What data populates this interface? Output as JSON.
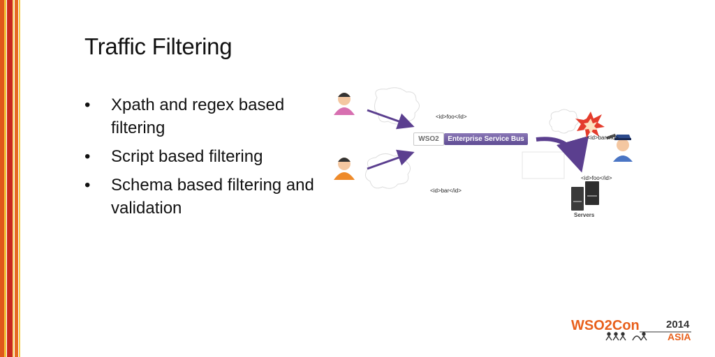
{
  "slide": {
    "title": "Traffic Filtering",
    "bullets": [
      {
        "marker": "•",
        "text": "Xpath and regex based filtering"
      },
      {
        "marker": "•",
        "text": "Script based filtering"
      },
      {
        "marker": "•",
        "text": "Schema based filtering and validation"
      }
    ]
  },
  "diagram": {
    "msg_top": "<id>foo</id>",
    "msg_bottom": "<id>bar</id>",
    "msg_blocked": "<id>bar</id>",
    "msg_forwarded": "<id>foo</id>",
    "esb_logo": "WSO2",
    "esb_label": "Enterprise Service Bus",
    "servers_label": "Servers"
  },
  "logo": {
    "brand": "WSO2Con",
    "year": "2014",
    "region": "ASIA"
  },
  "colors": {
    "accent_orange": "#e8601c",
    "accent_red": "#c62a20",
    "accent_yellow": "#f0c020",
    "esb_purple": "#6a55a0",
    "arrow_purple": "#5b3f8f"
  }
}
